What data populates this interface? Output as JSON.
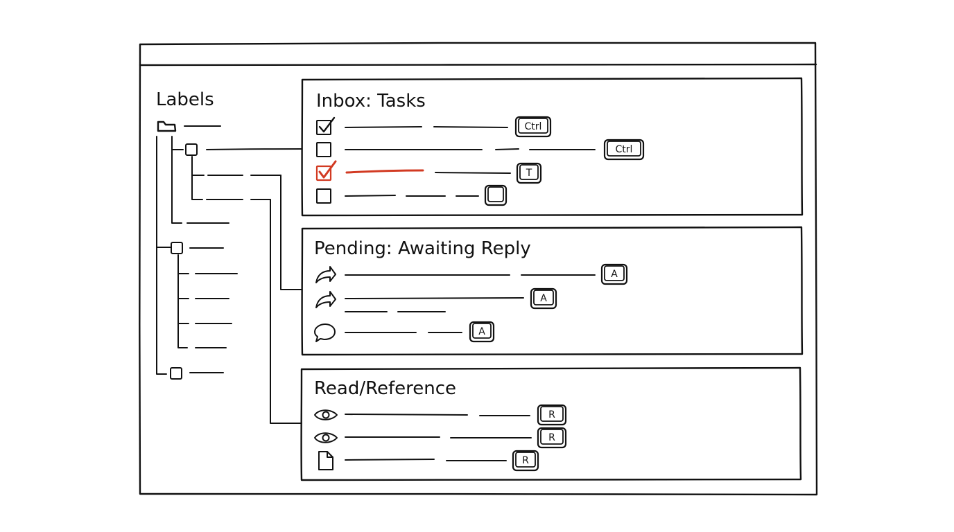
{
  "sidebar": {
    "title": "Labels"
  },
  "panels": [
    {
      "title": "Inbox: Tasks",
      "rows": [
        {
          "icon": "checked-box-icon",
          "key": "Ctrl",
          "highlight": false
        },
        {
          "icon": "empty-box-icon",
          "key": "Ctrl",
          "highlight": false
        },
        {
          "icon": "checked-box-icon",
          "key": "T",
          "highlight": true
        },
        {
          "icon": "empty-box-icon",
          "key": "",
          "highlight": false
        }
      ]
    },
    {
      "title": "Pending: Awaiting Reply",
      "rows": [
        {
          "icon": "forward-arrow-icon",
          "key": "A"
        },
        {
          "icon": "forward-arrow-icon",
          "key": "A"
        },
        {
          "icon": "speech-bubble-icon",
          "key": "A"
        }
      ]
    },
    {
      "title": "Read/Reference",
      "rows": [
        {
          "icon": "eye-icon",
          "key": "R"
        },
        {
          "icon": "eye-icon",
          "key": "R"
        },
        {
          "icon": "document-icon",
          "key": "R"
        }
      ]
    }
  ],
  "colors": {
    "ink": "#111111",
    "accent": "#d23a22"
  }
}
